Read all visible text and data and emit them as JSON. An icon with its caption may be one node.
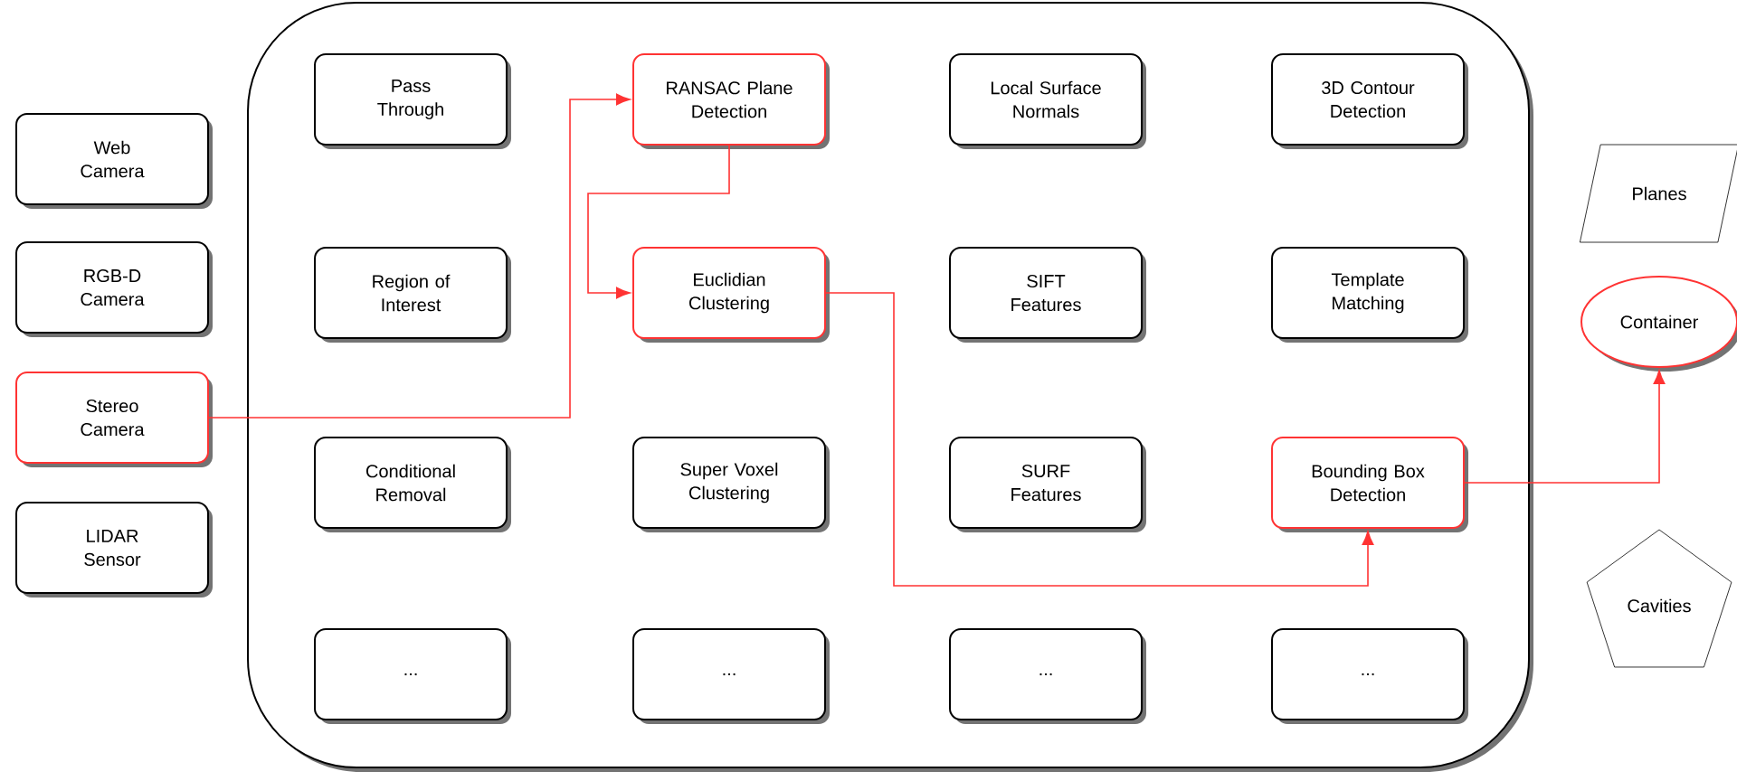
{
  "diagram": {
    "nodes": [
      {
        "text": [
          "Web Camera"
        ]
      },
      {
        "text": [
          "RGB-D Camera"
        ]
      },
      {
        "text": [
          "Stereo Camera"
        ]
      },
      {
        "text": [
          "LIDAR Sensor"
        ]
      },
      {
        "text": [],
        "shape": "box"
      },
      {
        "text": [
          "Pass Through"
        ],
        "in": 4
      },
      {
        "text": [
          "RANSAC Plane Detection"
        ],
        "in": 4
      },
      {
        "text": [
          "Local Surface Normals"
        ],
        "in": 4
      },
      {
        "text": [
          "3D Contour Detection"
        ],
        "in": 4
      },
      {
        "text": [
          "Region of Interest"
        ],
        "in": 4
      },
      {
        "text": [
          "Euclidian Clustering"
        ],
        "in": 4
      },
      {
        "text": [
          "SIFT Features"
        ],
        "in": 4
      },
      {
        "text": [
          "Template Matching"
        ],
        "in": 4
      },
      {
        "text": [
          "Conditional Removal"
        ],
        "in": 4
      },
      {
        "text": [
          "Super Voxel Clustering"
        ],
        "in": 4
      },
      {
        "text": [
          "SURF Features"
        ],
        "in": 4
      },
      {
        "text": [
          "Bounding Box Detection"
        ],
        "in": 4
      },
      {
        "text": [
          "..."
        ],
        "in": 4
      },
      {
        "text": [
          "..."
        ],
        "in": 4
      },
      {
        "text": [
          "..."
        ],
        "in": 4
      },
      {
        "text": [
          "..."
        ],
        "in": 4
      },
      {
        "text": [
          "Planes"
        ]
      },
      {
        "text": [
          "Container"
        ]
      },
      {
        "text": [
          "Cavities"
        ]
      }
    ],
    "edges": [
      {
        "from": 2,
        "to": 6,
        "arrow": "to"
      },
      {
        "from": 6,
        "to": 10,
        "arrow": "to"
      },
      {
        "from": 10,
        "to": 16,
        "arrow": "to"
      },
      {
        "from": 16,
        "to": 22,
        "arrow": "to"
      }
    ]
  }
}
